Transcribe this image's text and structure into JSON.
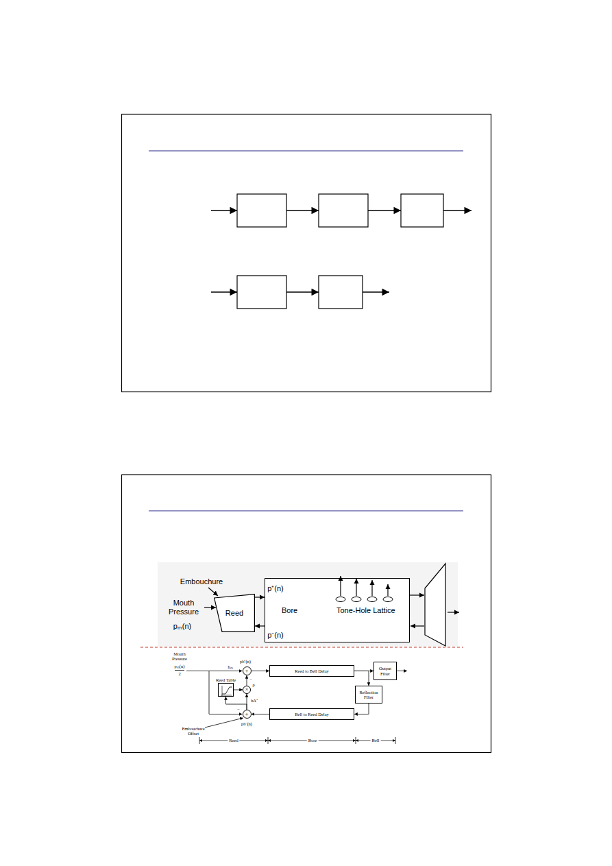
{
  "diagram": {
    "nodes": [
      {
        "text": [
          "Reed"
        ]
      },
      {
        "text": [
          "Bore",
          "Tone-Hole Lattice"
        ]
      },
      {
        "text": [
          "+"
        ]
      },
      {
        "text": [
          "Reed to Bell Delay"
        ]
      },
      {
        "text": [
          "Output Filter"
        ]
      },
      {
        "text": [
          "Reed Table"
        ]
      },
      {
        "text": [
          "×"
        ]
      },
      {
        "text": [
          "Reflection Filter"
        ]
      },
      {
        "text": [
          "+"
        ]
      },
      {
        "text": [
          "Bell to Reed Delay"
        ]
      }
    ],
    "edges": [
      {
        "from": 0,
        "to": 1,
        "arrow": "to"
      },
      {
        "from": 1,
        "to": 0,
        "arrow": "to"
      },
      {
        "from": 2,
        "to": 3,
        "arrow": "to"
      },
      {
        "from": 3,
        "to": 4,
        "arrow": "to"
      },
      {
        "from": 3,
        "to": 7,
        "arrow": "to"
      },
      {
        "from": 7,
        "to": 9,
        "arrow": "to"
      },
      {
        "from": 9,
        "to": 8,
        "arrow": "to"
      },
      {
        "from": 8,
        "to": 6,
        "arrow": "to"
      },
      {
        "from": 8,
        "to": 5,
        "arrow": "to"
      },
      {
        "from": 5,
        "to": 6,
        "arrow": "to"
      },
      {
        "from": 6,
        "to": 2,
        "arrow": "to"
      }
    ],
    "labels": [
      "Embouchure",
      "Mouth Pressure",
      "pₘ(n)",
      "p⁺(n)",
      "p⁻(n)",
      "Mouth Pressure",
      "pₘ(n)",
      "2",
      "hₘ",
      "pb⁺(n)",
      "−",
      "ρ",
      "hΔ⁺",
      "−",
      "pb⁻(n)",
      "Embouchure Offset",
      "Reed",
      "Bore",
      "Bell"
    ]
  }
}
